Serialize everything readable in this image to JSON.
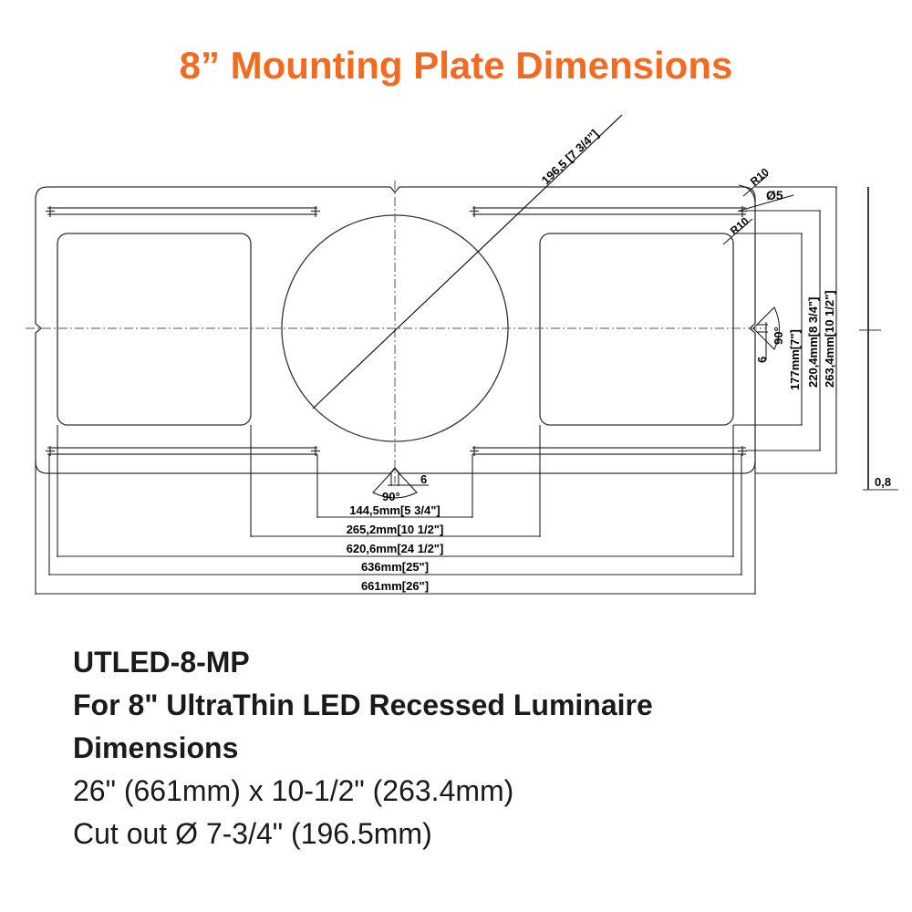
{
  "title": "8” Mounting Plate Dimensions",
  "colors": {
    "title": "#f26b21",
    "lines": "#333333",
    "text": "#1a1a1a"
  },
  "drawing": {
    "cutout_diameter_label": "196,5 [7 3/4”]",
    "corner_radius_outer": "R10",
    "corner_radius_inner": "R10",
    "slot_width_label": "Ø5",
    "notch_angle_bottom": "90°",
    "notch_depth_bottom": "6",
    "notch_angle_right": "90°",
    "notch_depth_right": "6",
    "horizontal_dims": [
      "144,5mm[5 3/4\"]",
      "265,2mm[10 1/2\"]",
      "620,6mm[24 1/2\"]",
      "636mm[25\"]",
      "661mm[26\"]"
    ],
    "vertical_dims": [
      "177mm[7\"]",
      "220,4mm[8 3/4\"]",
      "263,4mm[10 1/2\"]"
    ],
    "thickness_label": "0,8"
  },
  "info": {
    "model": "UTLED-8-MP",
    "subtitle": "For 8\" UltraThin LED Recessed Luminaire",
    "dimensions_heading": "Dimensions",
    "size_line": "26\" (661mm) x 10-1/2\" (263.4mm)",
    "cutout_line": "Cut out Ø 7-3/4\" (196.5mm)"
  }
}
